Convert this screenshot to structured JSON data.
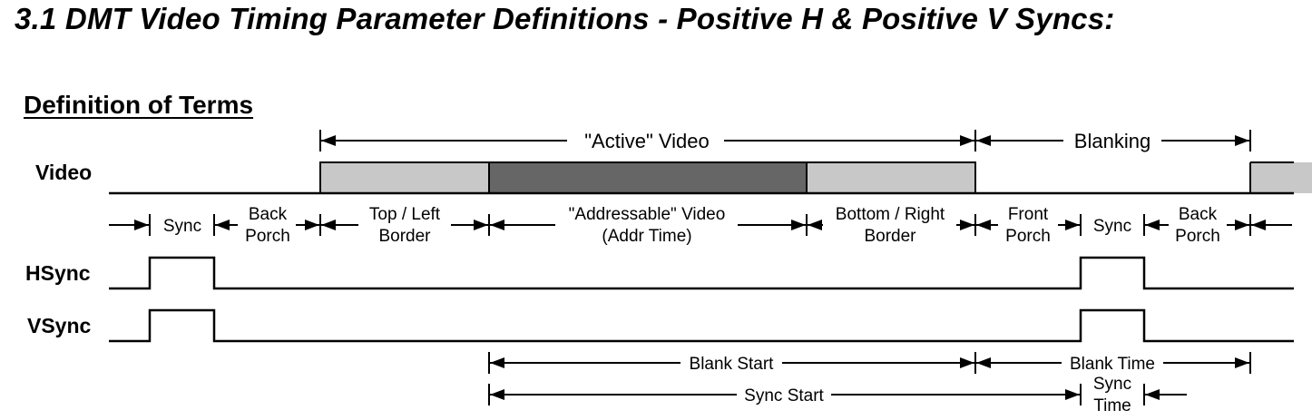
{
  "title": "3.1  DMT Video Timing Parameter Definitions - Positive H & Positive V Syncs:",
  "subtitle": "Definition of Terms",
  "signals": {
    "video": "Video",
    "hsync": "HSync",
    "vsync": "VSync"
  },
  "top_spans": {
    "active_video": "\"Active\" Video",
    "blanking": "Blanking"
  },
  "intervals": {
    "sync": "Sync",
    "back_porch": [
      "Back",
      "Porch"
    ],
    "top_left_border": [
      "Top / Left",
      "Border"
    ],
    "addressable_video": [
      "\"Addressable\" Video",
      "(Addr Time)"
    ],
    "bottom_right_border": [
      "Bottom / Right",
      "Border"
    ],
    "front_porch": [
      "Front",
      "Porch"
    ],
    "sync2": "Sync",
    "back_porch2": [
      "Back",
      "Porch"
    ]
  },
  "bottom_spans": {
    "blank_start": "Blank Start",
    "blank_time": "Blank Time",
    "sync_start": "Sync Start",
    "sync_time": [
      "Sync",
      "Time"
    ]
  },
  "colors": {
    "border_fill": "#c8c8c8",
    "addressable_fill": "#666666",
    "line": "#000000"
  }
}
